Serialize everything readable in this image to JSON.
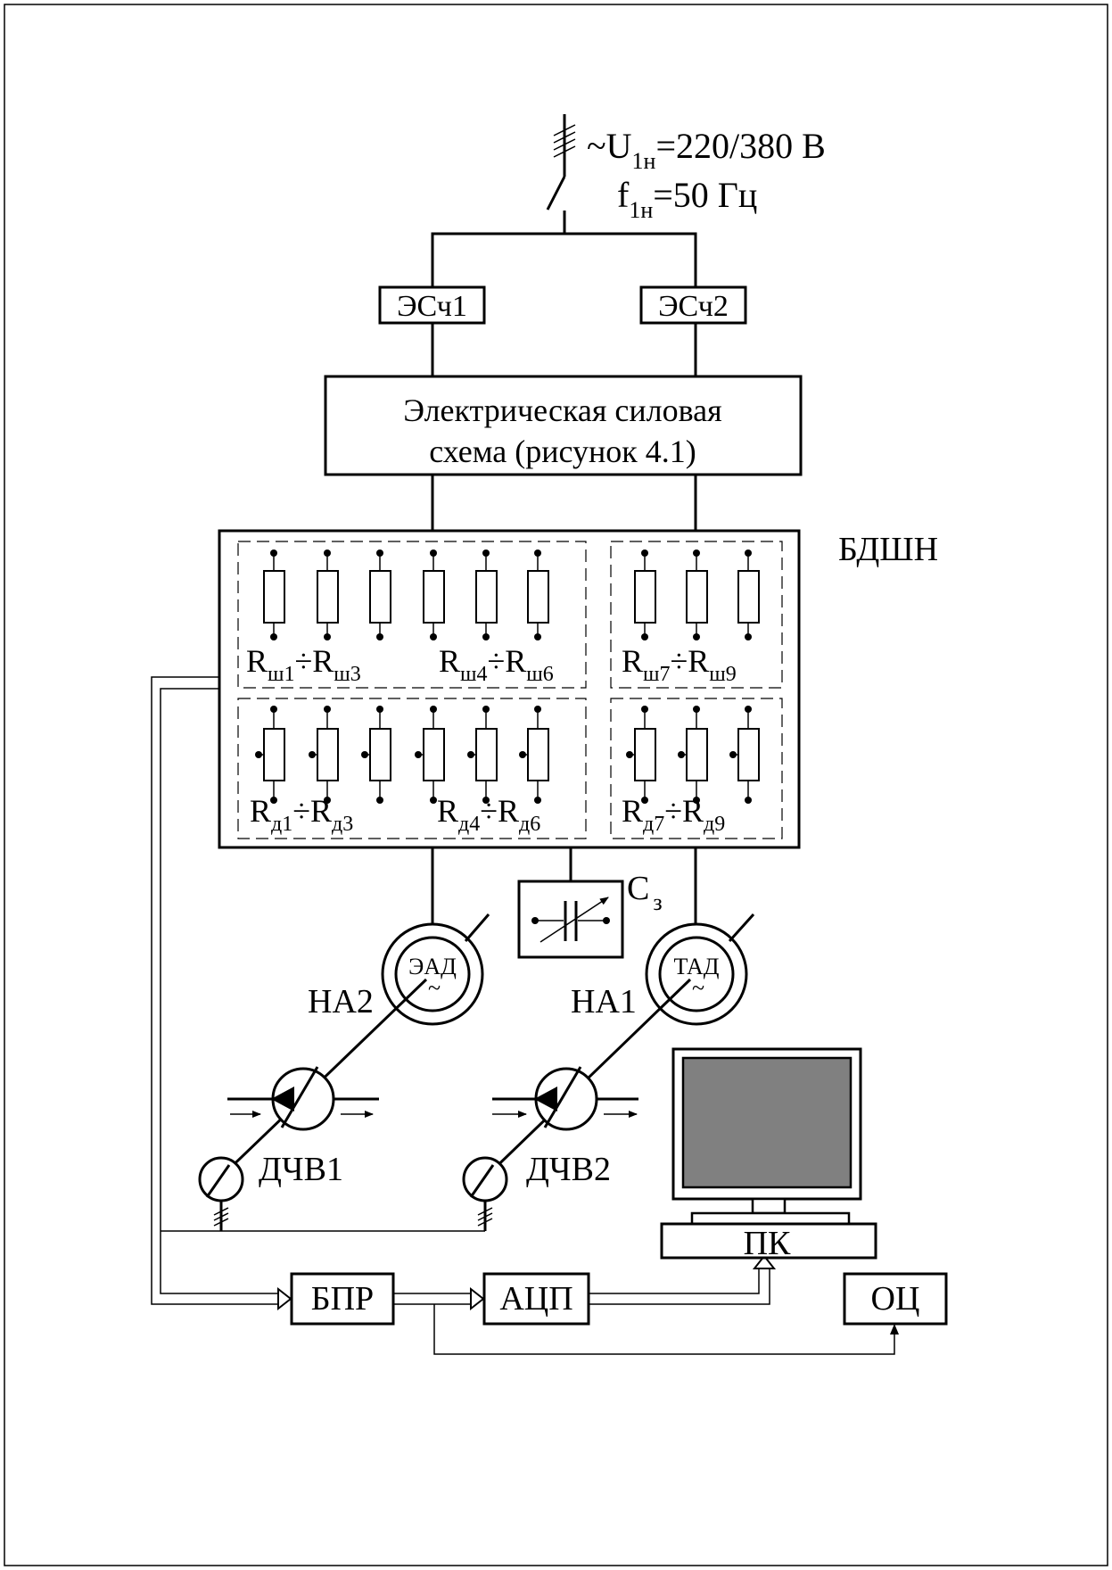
{
  "supply": {
    "voltage_prefix": "~U",
    "voltage_sub": "1н",
    "voltage_value": "=220/380 В",
    "freq_prefix": "f",
    "freq_sub": "1н",
    "freq_value": "=50 Гц"
  },
  "meters": {
    "left": "ЭСч1",
    "right": "ЭСч2"
  },
  "power_circuit": {
    "line1": "Электрическая силовая",
    "line2": "схема (рисунок 4.1)"
  },
  "bdsh_label": "БДШН",
  "resistor_groups": [
    {
      "r1": "R",
      "s1": "ш1",
      "sep": "÷",
      "r2": "R",
      "s2": "ш3"
    },
    {
      "r1": "R",
      "s1": "ш4",
      "sep": "÷",
      "r2": "R",
      "s2": "ш6"
    },
    {
      "r1": "R",
      "s1": "ш7",
      "sep": "÷",
      "r2": "R",
      "s2": "ш9"
    },
    {
      "r1": "R",
      "s1": "д1",
      "sep": "÷",
      "r2": "R",
      "s2": "д3"
    },
    {
      "r1": "R",
      "s1": "д4",
      "sep": "÷",
      "r2": "R",
      "s2": "д6"
    },
    {
      "r1": "R",
      "s1": "д7",
      "sep": "÷",
      "r2": "R",
      "s2": "д9"
    }
  ],
  "capacitor": {
    "letter": "C",
    "sub": "з"
  },
  "motors": {
    "left": {
      "inner": "ЭАД",
      "unit": "НА2",
      "symbol": "~"
    },
    "right": {
      "inner": "ТАД",
      "unit": "НА1",
      "symbol": "~"
    }
  },
  "sensors": {
    "left": "ДЧВ1",
    "right": "ДЧВ2"
  },
  "blocks": {
    "bpr": "БПР",
    "adc": "АЦП",
    "pc": "ПК",
    "osc": "ОЦ"
  }
}
